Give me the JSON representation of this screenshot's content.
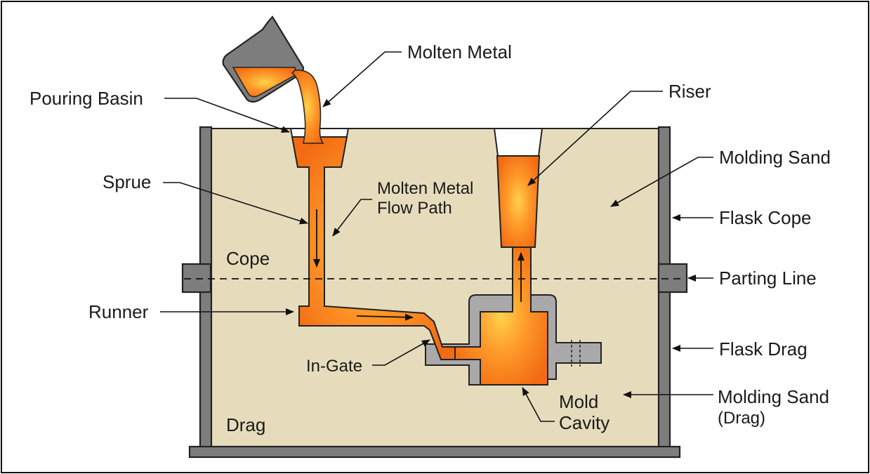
{
  "labels": {
    "molten_metal": "Molten Metal",
    "pouring_basin": "Pouring Basin",
    "riser": "Riser",
    "molding_sand": "Molding Sand",
    "sprue": "Sprue",
    "flow_path_line1": "Molten Metal",
    "flow_path_line2": "Flow Path",
    "flask_cope": "Flask Cope",
    "cope": "Cope",
    "parting_line": "Parting Line",
    "runner": "Runner",
    "flask_drag": "Flask Drag",
    "in_gate": "In-Gate",
    "mold_cavity_line1": "Mold",
    "mold_cavity_line2": "Cavity",
    "molding_sand_drag_line1": "Molding Sand",
    "molding_sand_drag_line2": "(Drag)",
    "drag": "Drag"
  },
  "colors": {
    "sand": "#e6dcbc",
    "flask": "#7d7d7d",
    "metal": "#f5821f",
    "metal_hot": "#ffc93c",
    "pattern_gray": "#a9a9a9"
  }
}
